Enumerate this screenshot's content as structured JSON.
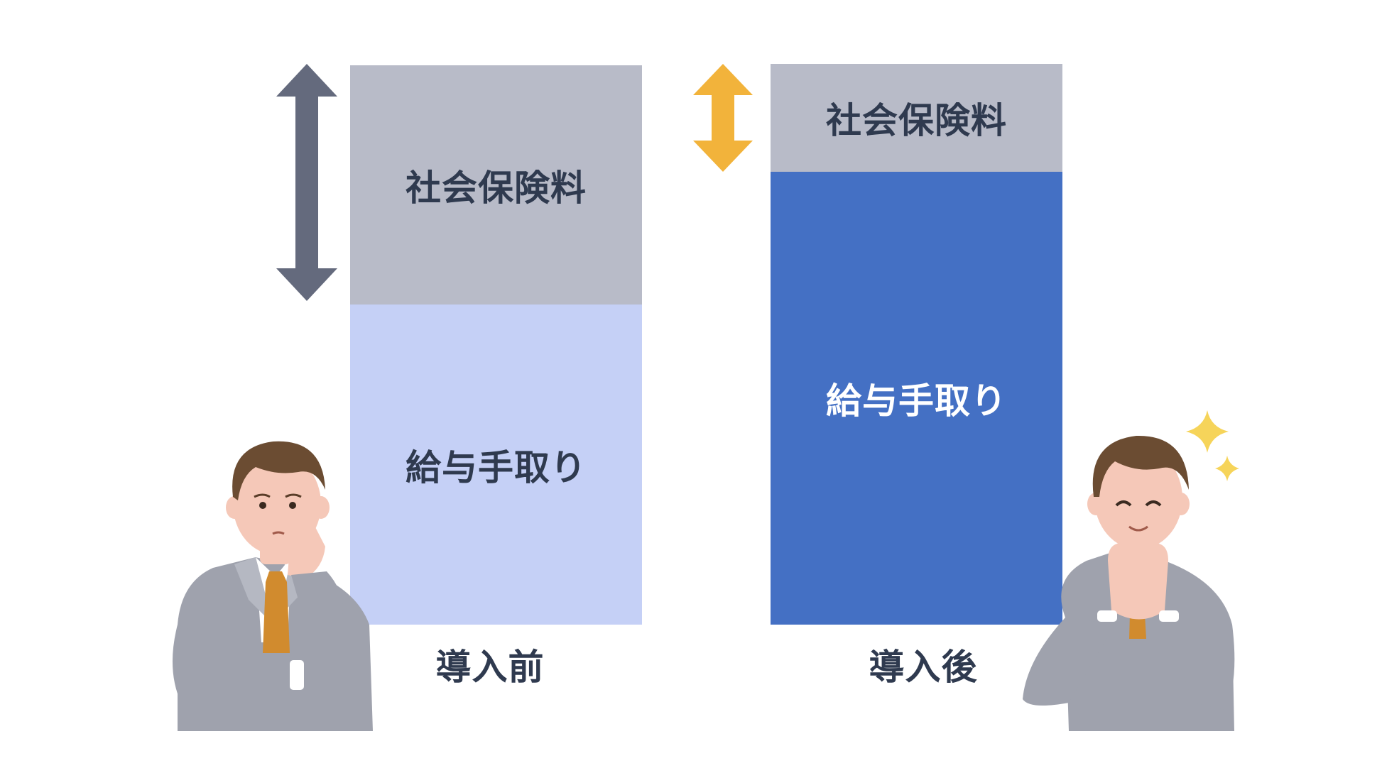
{
  "before": {
    "caption": "導入前",
    "top_label": "社会保険料",
    "bottom_label": "給与手取り",
    "arrow_color": "#646a7d",
    "top_color": "#b8bbc8",
    "bottom_color": "#c5d0f6"
  },
  "after": {
    "caption": "導入後",
    "top_label": "社会保険料",
    "bottom_label": "給与手取り",
    "arrow_color": "#f2b33b",
    "top_color": "#b8bbc8",
    "bottom_color": "#4470c4"
  },
  "colors": {
    "text": "#2f3a4f",
    "suit": "#9fa2ad",
    "tie": "#d18b2e",
    "skin": "#f5c8b8",
    "hair": "#6b4c32",
    "sparkle": "#f6d45a"
  },
  "icons": {
    "before_arrow": "double-arrow-vertical-icon",
    "after_arrow": "double-arrow-vertical-icon",
    "sparkle": "sparkle-icon",
    "worried_person": "worried-businessman-illustration",
    "happy_person": "happy-businessman-illustration"
  }
}
